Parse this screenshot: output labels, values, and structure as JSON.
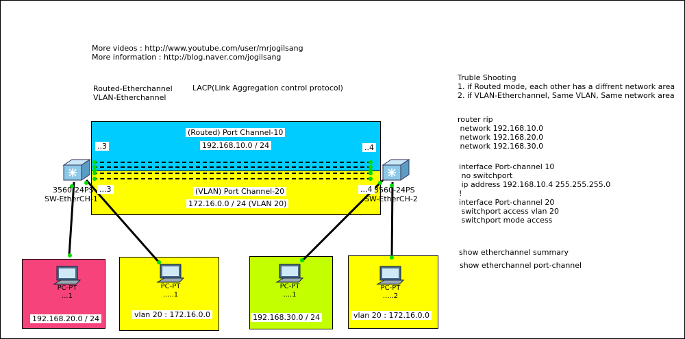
{
  "header": {
    "videos": "More videos : http://www.youtube.com/user/mrjogilsang",
    "info": "More information : http://blog.naver.com/jogilsang"
  },
  "types": {
    "routed": "Routed-Etherchannel",
    "vlan": "VLAN-Etherchannel",
    "lacp": "LACP(Link Aggregation control protocol)"
  },
  "troubleshooting": {
    "title": "Truble Shooting",
    "item1": "1. if Routed mode, each other has a diffrent network area",
    "item2": "2. if VLAN-Etherchannel, Same VLAN, Same network area"
  },
  "config": {
    "rip": [
      "router rip",
      " network 192.168.10.0",
      " network 192.168.20.0",
      " network 192.168.30.0"
    ],
    "portchannel": [
      "interface Port-channel 10",
      " no switchport",
      " ip address 192.168.10.4 255.255.255.0",
      "!",
      "interface Port-channel 20",
      " switchport access vlan 20",
      " switchport mode access"
    ],
    "show1": "show etherchannel summary",
    "show2": "show etherchannel port-channel"
  },
  "channels": {
    "routed_title": "(Routed) Port Channel-10",
    "routed_net": "192.168.10.0 / 24",
    "vlan_title": "(VLAN) Port Channel-20",
    "vlan_net": "172.16.0.0 / 24 (VLAN 20)",
    "port_left_top": "..3",
    "port_right_top": "..4",
    "port_left_bottom": "...3",
    "port_right_bottom": "...4"
  },
  "switches": {
    "left_model": "3560-24PS",
    "left_name": "SW-EtherCH-1",
    "right_model": "3560-24PS",
    "right_name": "SW-EtherCH-2"
  },
  "pcs": [
    {
      "type": "PC-PT",
      "host": "...1",
      "net": "192.168.20.0 / 24",
      "color": "#f7437b"
    },
    {
      "type": "PC-PT",
      "host": ".....1",
      "net": "vlan 20 : 172.16.0.0",
      "color": "#ffff00"
    },
    {
      "type": "PC-PT",
      "host": "....1",
      "net": "192.168.30.0 / 24",
      "color": "#c4ff00"
    },
    {
      "type": "PC-PT",
      "host": ".....2",
      "net": "vlan 20 : 172.16.0.0",
      "color": "#ffff00"
    }
  ],
  "colors": {
    "routed_zone": "#00ccff",
    "vlan_zone": "#ffff00",
    "link_green": "#00dd00"
  }
}
